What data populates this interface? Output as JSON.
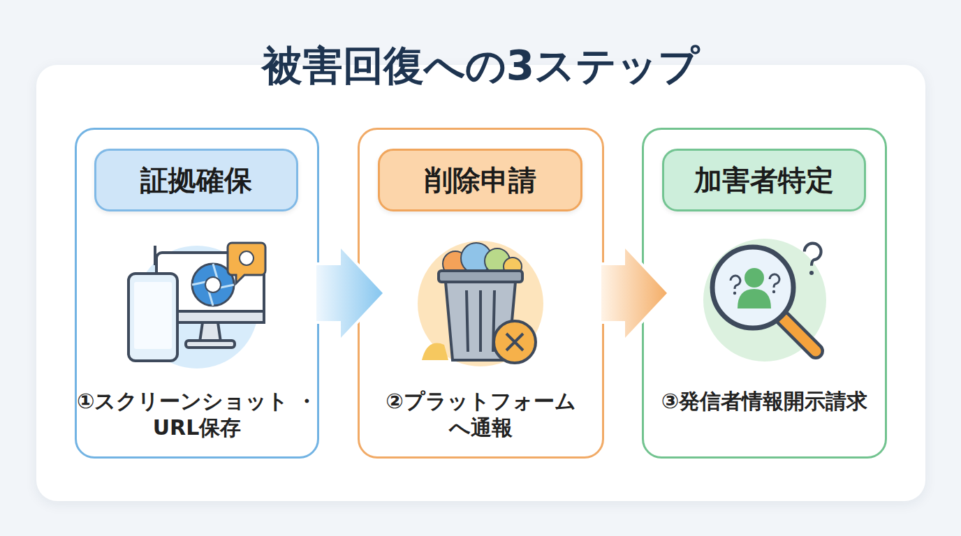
{
  "diagram": {
    "title": "被害回復への3ステップ",
    "nodes": [
      {
        "text": [
          "①スクリーンショット ・URL保存"
        ]
      },
      {
        "text": [
          "証拠確保"
        ],
        "in": 0
      },
      {
        "text": [
          "②プラットフォーム へ通報"
        ]
      },
      {
        "text": [
          "削除申請"
        ],
        "in": 2
      },
      {
        "text": [
          "③発信者情報開示請求"
        ]
      },
      {
        "text": [
          "加害者特定"
        ],
        "in": 4
      }
    ],
    "edges": [
      {
        "from": 0,
        "to": 2,
        "arrow": "to"
      },
      {
        "from": 2,
        "to": 4,
        "arrow": "to"
      }
    ]
  }
}
